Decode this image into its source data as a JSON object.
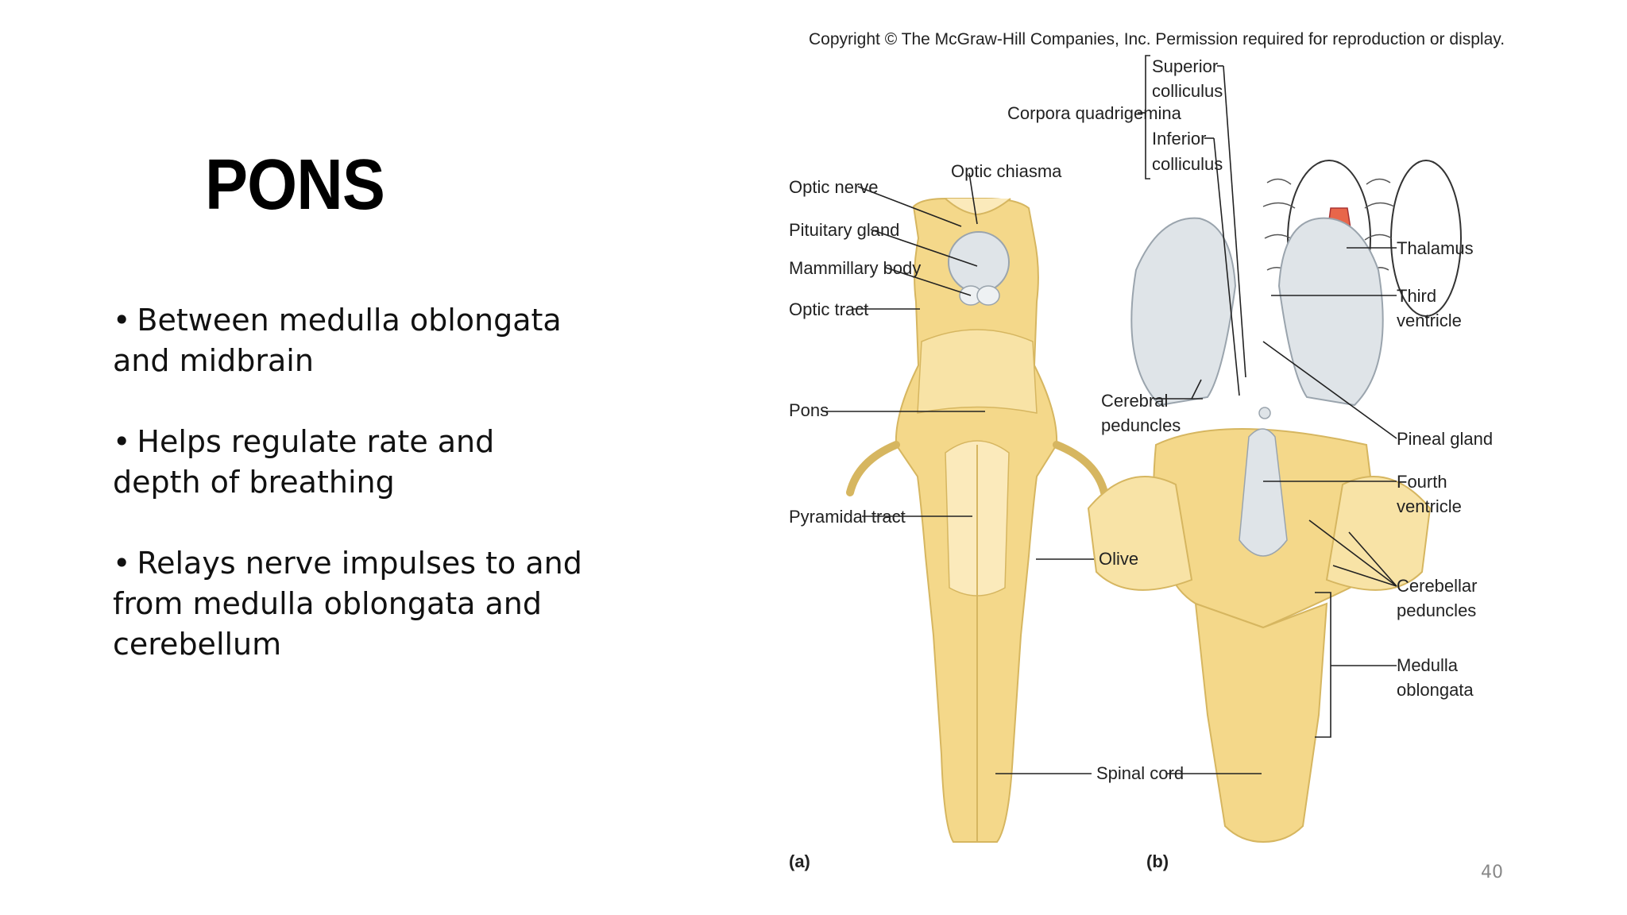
{
  "slide": {
    "title": "PONS",
    "bullets": [
      "Between medulla oblongata and midbrain",
      "Helps regulate rate and depth of breathing",
      "Relays nerve impulses to and from medulla oblongata and cerebellum"
    ],
    "bullet_symbol": "•",
    "page_number": "40"
  },
  "figure": {
    "copyright": "Copyright © The McGraw-Hill Companies, Inc. Permission required for reproduction or display.",
    "panel_a": "(a)",
    "panel_b": "(b)",
    "labels_a": {
      "optic_nerve": "Optic nerve",
      "optic_chiasma": "Optic chiasma",
      "pituitary_gland": "Pituitary gland",
      "mammillary_body": "Mammillary body",
      "optic_tract": "Optic tract",
      "pons": "Pons",
      "pyramidal_tract": "Pyramidal tract",
      "olive": "Olive",
      "spinal_cord": "Spinal cord"
    },
    "labels_b": {
      "corpora_quadrigemina": "Corpora quadrigemina",
      "superior_colliculus_1": "Superior",
      "superior_colliculus_2": "colliculus",
      "inferior_colliculus_1": "Inferior",
      "inferior_colliculus_2": "colliculus",
      "thalamus": "Thalamus",
      "third_ventricle_1": "Third",
      "third_ventricle_2": "ventricle",
      "cerebral_peduncles_1": "Cerebral",
      "cerebral_peduncles_2": "peduncles",
      "pineal_gland": "Pineal gland",
      "fourth_ventricle_1": "Fourth",
      "fourth_ventricle_2": "ventricle",
      "cerebellar_peduncles_1": "Cerebellar",
      "cerebellar_peduncles_2": "peduncles",
      "medulla_oblongata_1": "Medulla",
      "medulla_oblongata_2": "oblongata"
    },
    "colors": {
      "brainstem": "#f4d88a",
      "brainstem_light": "#fbeabb",
      "thalamus_gray": "#dfe4e8",
      "highlight": "#e8664a"
    }
  }
}
